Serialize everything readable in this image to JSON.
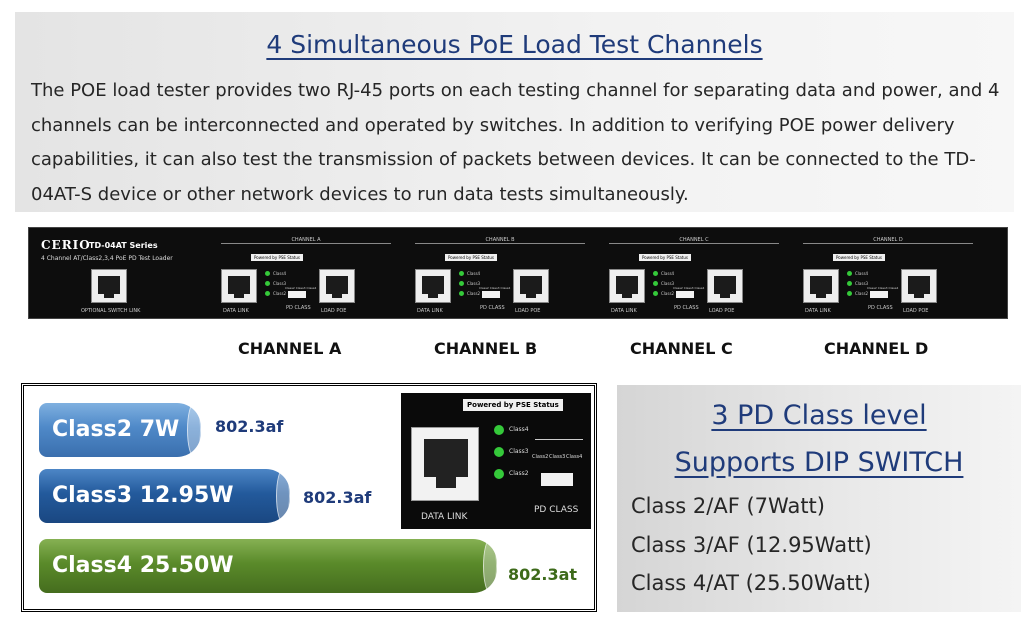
{
  "top": {
    "title": "4 Simultaneous PoE Load Test Channels",
    "paragraph": "The POE load tester provides two RJ-45 ports on each testing channel for separating data and power, and 4 channels can be interconnected and operated by switches. In addition to verifying POE power delivery capabilities, it can also test the transmission of packets between devices. It can be connected to the TD-04AT-S device or other network devices to run data tests simultaneously."
  },
  "device": {
    "logo": "CERIO",
    "model": "TD-04AT Series",
    "subtitle": "4 Channel AT/Class2,3,4 PoE PD Test Loader",
    "switch_link_label": "OPTIONAL SWITCH LINK",
    "pse_label": "Powered by PSE Status",
    "data_link_label": "DATA LINK",
    "pd_class_label": "PD CLASS",
    "load_poe_label": "LOAD POE",
    "led_labels": [
      "Class4",
      "Class3",
      "Class2"
    ],
    "dip_labels": "Class2 Class3 Class4",
    "channels": [
      {
        "panel_label": "CHANNEL A",
        "caption": "CHANNEL  A"
      },
      {
        "panel_label": "CHANNEL B",
        "caption": "CHANNEL  B"
      },
      {
        "panel_label": "CHANNEL C",
        "caption": "CHANNEL  C"
      },
      {
        "panel_label": "CHANNEL D",
        "caption": "CHANNEL   D"
      }
    ]
  },
  "classes": [
    {
      "label": "Class2 7W",
      "standard": "802.3af",
      "color": "#4f89c8"
    },
    {
      "label": "Class3 12.95W",
      "standard": "802.3af",
      "color": "#235a9c"
    },
    {
      "label": "Class4 25.50W",
      "standard": "802.3at",
      "color": "#5a8a2a"
    }
  ],
  "zoom_panel": {
    "pse_label": "Powered by PSE Status",
    "data_link_label": "DATA LINK",
    "pd_class_label": "PD CLASS",
    "led_labels": [
      "Class4",
      "Class3",
      "Class2"
    ],
    "dip_labels": [
      "Class2",
      "Class3",
      "Class4"
    ]
  },
  "pd_box": {
    "title_line1": "3 PD Class level",
    "title_line2": "Supports DIP SWITCH",
    "items": [
      "Class 2/AF (7Watt)",
      "Class 3/AF (12.95Watt)",
      "Class 4/AT (25.50Watt)"
    ]
  },
  "colors": {
    "title_blue": "#1f3b7a",
    "led_green": "#35c93a",
    "standard_blue": "#1f3b7a",
    "standard_green": "#3d6a1a"
  }
}
